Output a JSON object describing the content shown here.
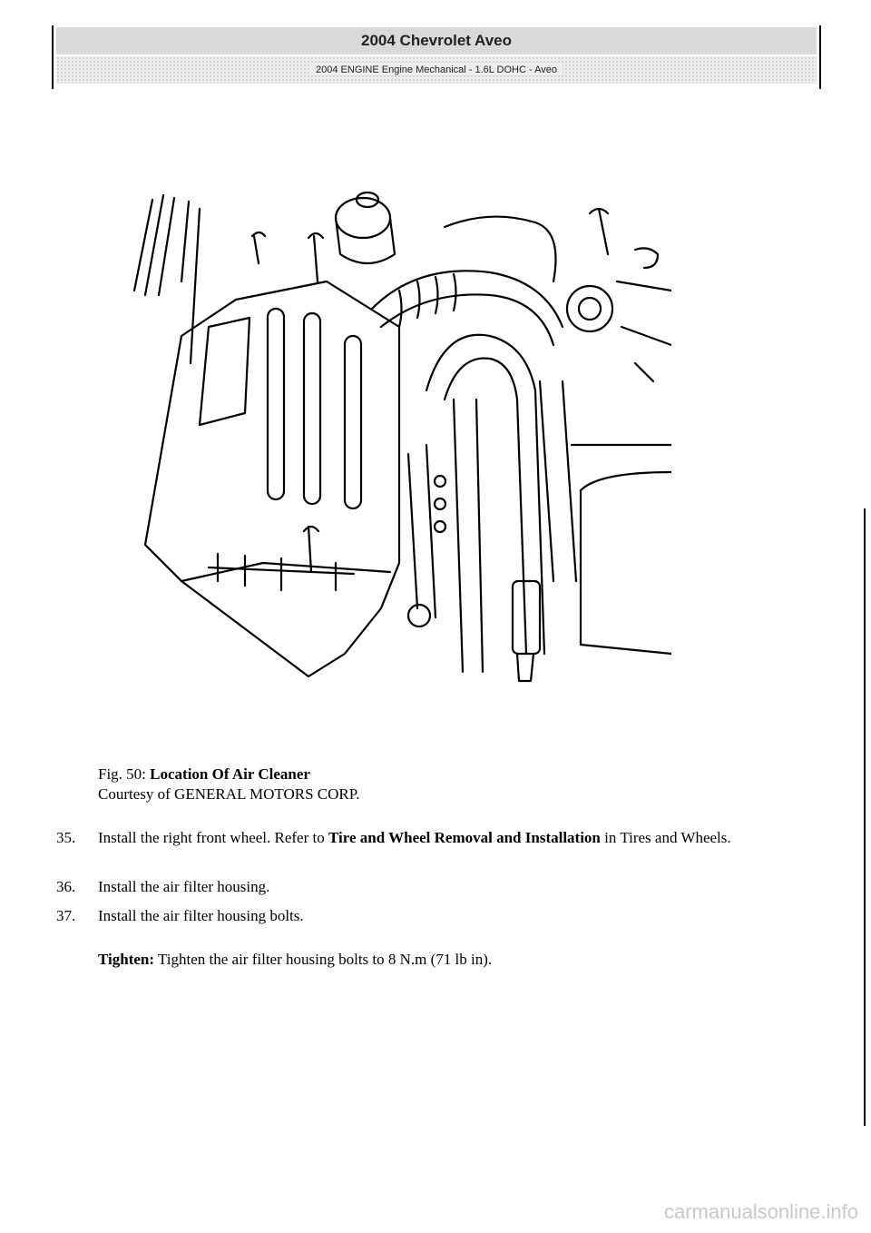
{
  "header": {
    "title": "2004 Chevrolet Aveo",
    "subtitle": "2004 ENGINE Engine Mechanical - 1.6L DOHC - Aveo"
  },
  "figure": {
    "caption_prefix": "Fig. 50:",
    "caption_title": "Location Of Air Cleaner",
    "credit": "Courtesy of GENERAL MOTORS CORP."
  },
  "steps": [
    {
      "num": "35.",
      "text_before": "Install the right front wheel. Refer to ",
      "link": "Tire and Wheel Removal and Installation",
      "text_after": " in Tires and Wheels."
    },
    {
      "num": "36.",
      "text": "Install the air filter housing."
    },
    {
      "num": "37.",
      "text": "Install the air filter housing bolts."
    }
  ],
  "tighten": {
    "label": "Tighten:",
    "text": " Tighten the air filter housing bolts to 8 N.m (71 lb in)."
  },
  "watermark": "carmanualsonline.info"
}
